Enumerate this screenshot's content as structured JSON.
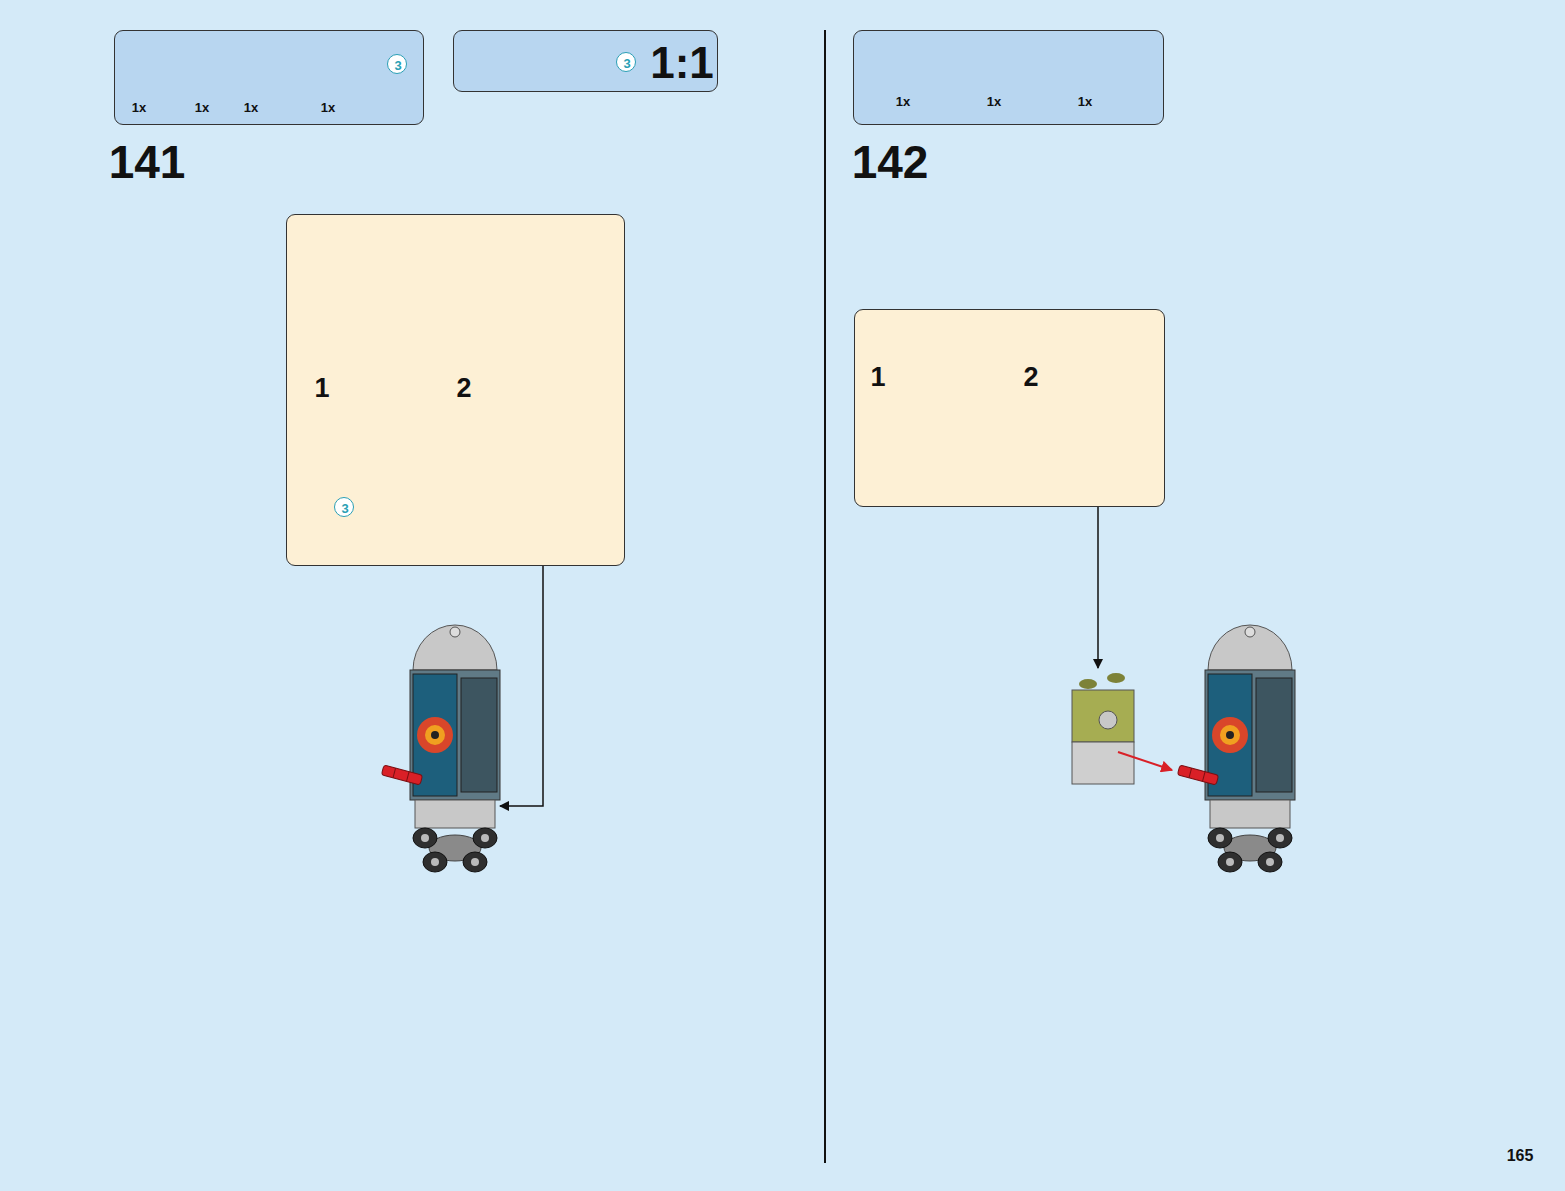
{
  "diagram": {
    "nodes": [
      {
        "text": [
          "1x",
          "1x",
          "1x",
          "1x"
        ]
      },
      {
        "text": [
          "3"
        ],
        "in": 0
      },
      {
        "text": [
          "1:1"
        ]
      },
      {
        "text": [
          "3"
        ],
        "in": 2
      },
      {
        "text": [
          "1",
          "2"
        ]
      },
      {
        "text": [
          "3"
        ],
        "in": 4
      },
      {
        "text": [
          "1x",
          "1x",
          "1x"
        ]
      },
      {
        "text": [
          "1",
          "2"
        ]
      }
    ],
    "labels": [
      "141",
      "142",
      "165"
    ]
  }
}
